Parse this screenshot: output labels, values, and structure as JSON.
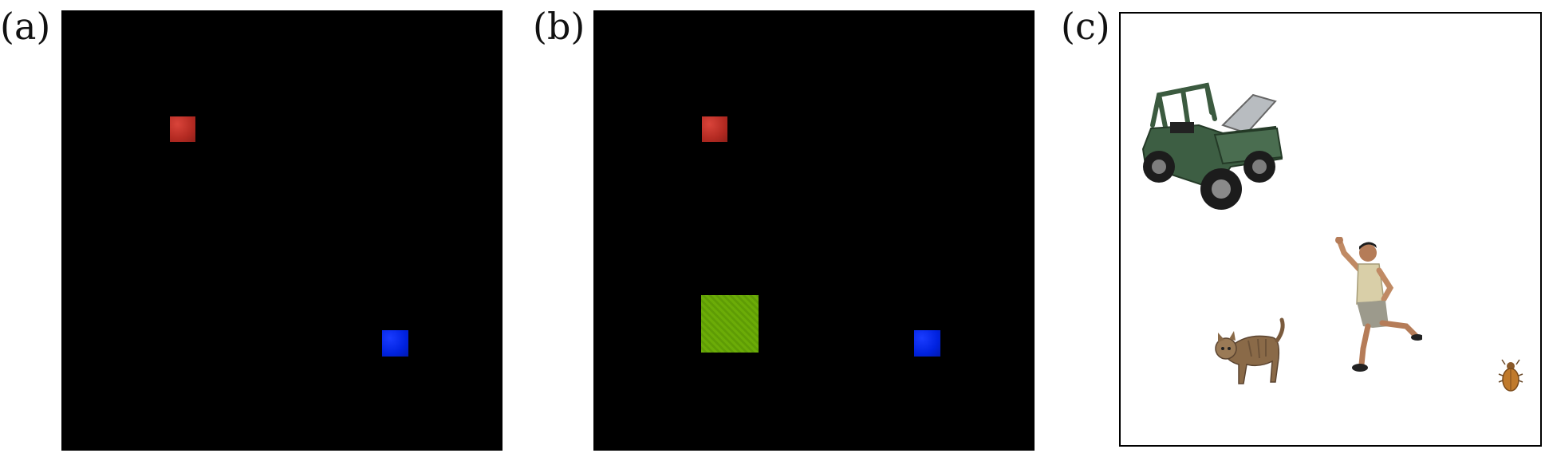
{
  "panels": {
    "a": {
      "label": "(a)"
    },
    "b": {
      "label": "(b)"
    },
    "c": {
      "label": "(c)"
    }
  },
  "colors": {
    "background": "#000000",
    "red_square": "#c0312a",
    "blue_square": "#0022e0",
    "green_square": "#a3cf2a"
  },
  "objects": [
    "vehicle",
    "person",
    "cat",
    "insect"
  ]
}
